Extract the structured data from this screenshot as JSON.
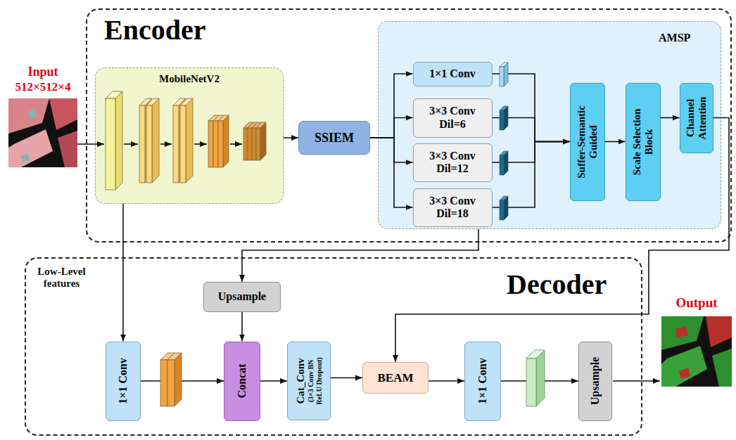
{
  "diagram": {
    "nodes": [
      {
        "text": [
          "Encoder"
        ]
      },
      {
        "text": [
          "MobileNetV2"
        ],
        "in": 0
      },
      {
        "text": [
          "SSIEM"
        ],
        "in": 0
      },
      {
        "text": [
          "AMSP"
        ],
        "in": 0
      },
      {
        "text": [
          "1×1 Conv"
        ],
        "in": 3
      },
      {
        "text": [
          "3×3 Conv Dil=6"
        ],
        "in": 3
      },
      {
        "text": [
          "3×3 Conv Dil=12"
        ],
        "in": 3
      },
      {
        "text": [
          "3×3 Conv Dil=18"
        ],
        "in": 3
      },
      {
        "text": [
          "Suffer-Semantic Guided"
        ],
        "in": 3
      },
      {
        "text": [
          "Scale Selection Block"
        ],
        "in": 3
      },
      {
        "text": [
          "Channel Attention"
        ],
        "in": 3
      },
      {
        "text": [
          "Decoder"
        ]
      },
      {
        "text": [
          "Upsample"
        ],
        "in": 11
      },
      {
        "text": [
          "1×1 Conv"
        ],
        "in": 11
      },
      {
        "text": [
          "Concat"
        ],
        "in": 11
      },
      {
        "text": [
          "Cat_Conv",
          "(3×3 Conv BN ReLU Dropout)"
        ],
        "in": 11
      },
      {
        "text": [
          "BEAM"
        ],
        "in": 11
      },
      {
        "text": [
          "1×1 Conv"
        ],
        "in": 11
      },
      {
        "text": [
          "Upsample"
        ],
        "in": 11
      }
    ],
    "edges": [
      {
        "from": 1,
        "to": 2,
        "arrow": "to"
      },
      {
        "from": 2,
        "to": 4,
        "arrow": "to"
      },
      {
        "from": 2,
        "to": 5,
        "arrow": "to"
      },
      {
        "from": 2,
        "to": 6,
        "arrow": "to"
      },
      {
        "from": 2,
        "to": 7,
        "arrow": "to"
      },
      {
        "from": 4,
        "to": 8,
        "arrow": "to"
      },
      {
        "from": 5,
        "to": 8,
        "arrow": "to"
      },
      {
        "from": 6,
        "to": 8,
        "arrow": "to"
      },
      {
        "from": 7,
        "to": 8,
        "arrow": "to"
      },
      {
        "from": 8,
        "to": 9,
        "arrow": "to"
      },
      {
        "from": 9,
        "to": 10,
        "arrow": "to"
      },
      {
        "from": 10,
        "to": 16,
        "arrow": "to"
      },
      {
        "from": 1,
        "to": 13,
        "arrow": "to"
      },
      {
        "from": 3,
        "to": 12,
        "arrow": "to"
      },
      {
        "from": 12,
        "to": 14,
        "arrow": "to"
      },
      {
        "from": 13,
        "to": 14,
        "arrow": "to"
      },
      {
        "from": 14,
        "to": 15,
        "arrow": "to"
      },
      {
        "from": 15,
        "to": 16,
        "arrow": "to"
      },
      {
        "from": 16,
        "to": 17,
        "arrow": "to"
      },
      {
        "from": 17,
        "to": 18,
        "arrow": "to"
      }
    ],
    "labels": [
      "Input",
      "512×512×4",
      "Low-Level features",
      "Output"
    ]
  }
}
